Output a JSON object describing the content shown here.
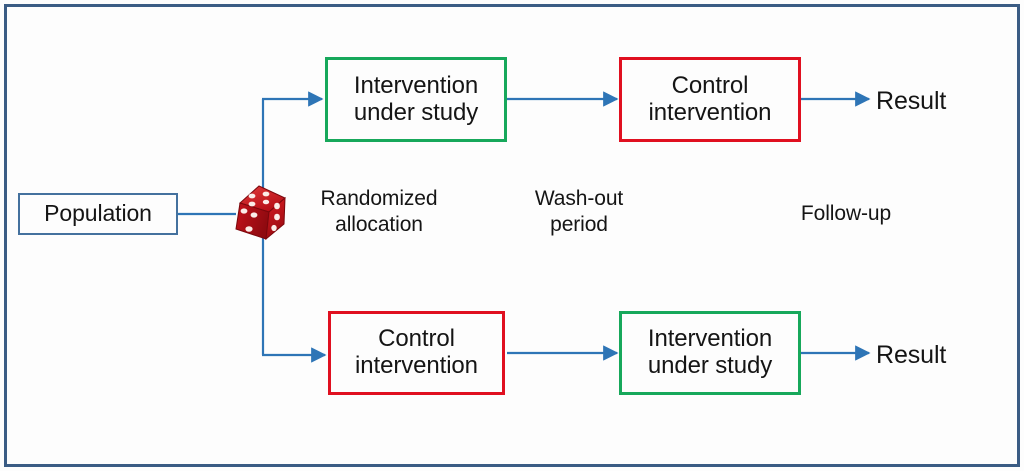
{
  "diagram": {
    "title": "Cross-over randomised controlled trial flow diagram",
    "type": "flowchart",
    "background_color": "#FDFDFD",
    "frame_color": "#3B5C84",
    "colors": {
      "intervention_box_border": "#17A85B",
      "control_box_border": "#E01020",
      "population_box_border": "#44719E",
      "connector": "#2E75B6",
      "dice": "#C01018",
      "text": "#151515"
    },
    "nodes": {
      "population": {
        "label": "Population",
        "style": "blue"
      },
      "top_first": {
        "label": "Intervention\nunder study",
        "line1": "Intervention",
        "line2": "under study",
        "style": "green"
      },
      "top_second": {
        "label": "Control\nintervention",
        "line1": "Control",
        "line2": "intervention",
        "style": "red"
      },
      "bottom_first": {
        "label": "Control\nintervention",
        "line1": "Control",
        "line2": "intervention",
        "style": "red"
      },
      "bottom_second": {
        "label": "Intervention\nunder study",
        "line1": "Intervention",
        "line2": "under study",
        "style": "green"
      },
      "top_result": {
        "label": "Result"
      },
      "bottom_result": {
        "label": "Result"
      }
    },
    "stage_labels": {
      "randomization": {
        "line1": "Randomized",
        "line2": "allocation"
      },
      "washout": {
        "line1": "Wash-out",
        "line2": "period"
      },
      "followup": {
        "line1": "Follow-up",
        "line2": ""
      }
    },
    "dice": {
      "name": "dice-icon",
      "description": "red six-sided die representing random allocation"
    }
  }
}
